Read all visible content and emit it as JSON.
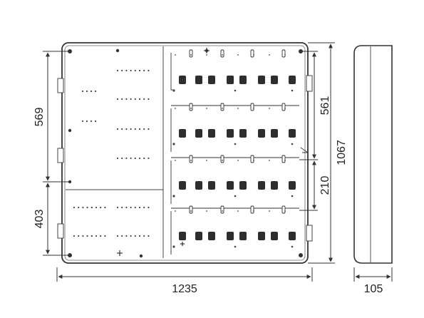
{
  "dimensions": {
    "overall_width": "1235",
    "overall_height": "1067",
    "depth": "105",
    "left_upper": "569",
    "left_lower": "403",
    "right_upper": "561",
    "right_lower": "210"
  },
  "colors": {
    "line": "#333333",
    "module": "#2e2e2e",
    "dot": "#444444"
  }
}
